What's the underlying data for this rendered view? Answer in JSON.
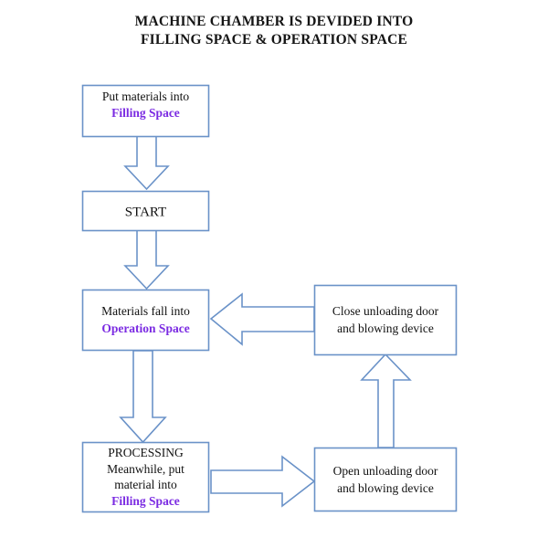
{
  "diagram": {
    "title_lines": [
      "MACHINE CHAMBER IS DEVIDED INTO",
      "FILLING SPACE & OPERATION SPACE"
    ],
    "colors": {
      "box_border": "#6A92C8",
      "arrow_stroke": "#6A92C8",
      "arrow_fill": "#FFFFFF",
      "text": "#111111",
      "accent_text": "#7B2BE2",
      "background": "#FFFFFF"
    },
    "nodes": [
      {
        "id": "put-materials",
        "lines": [
          {
            "text": "Put materials into",
            "accent": false
          },
          {
            "text": "Filling Space",
            "accent": true
          }
        ]
      },
      {
        "id": "start",
        "lines": [
          {
            "text": "START",
            "accent": false
          }
        ]
      },
      {
        "id": "materials-fall",
        "lines": [
          {
            "text": "Materials fall into",
            "accent": false
          },
          {
            "text": "Operation Space",
            "accent": true
          }
        ]
      },
      {
        "id": "close-unloading",
        "lines": [
          {
            "text": "Close unloading door",
            "accent": false
          },
          {
            "text": "and blowing device",
            "accent": false
          }
        ]
      },
      {
        "id": "processing",
        "lines": [
          {
            "text": "PROCESSING",
            "accent": false
          },
          {
            "text": "Meanwhile, put",
            "accent": false
          },
          {
            "text": "material into",
            "accent": false
          },
          {
            "text": "Filling Space",
            "accent": true
          }
        ]
      },
      {
        "id": "open-unloading",
        "lines": [
          {
            "text": "Open unloading door",
            "accent": false
          },
          {
            "text": "and blowing device",
            "accent": false
          }
        ]
      }
    ],
    "edges": [
      {
        "id": "put-to-start",
        "direction": "down",
        "from": "put-materials",
        "to": "start"
      },
      {
        "id": "start-to-materials",
        "direction": "down",
        "from": "start",
        "to": "materials-fall"
      },
      {
        "id": "materials-to-processing",
        "direction": "down",
        "from": "materials-fall",
        "to": "processing"
      },
      {
        "id": "processing-to-open",
        "direction": "right",
        "from": "processing",
        "to": "open-unloading"
      },
      {
        "id": "open-to-close",
        "direction": "up",
        "from": "open-unloading",
        "to": "close-unloading"
      },
      {
        "id": "close-to-materials",
        "direction": "left",
        "from": "close-unloading",
        "to": "materials-fall"
      }
    ]
  }
}
